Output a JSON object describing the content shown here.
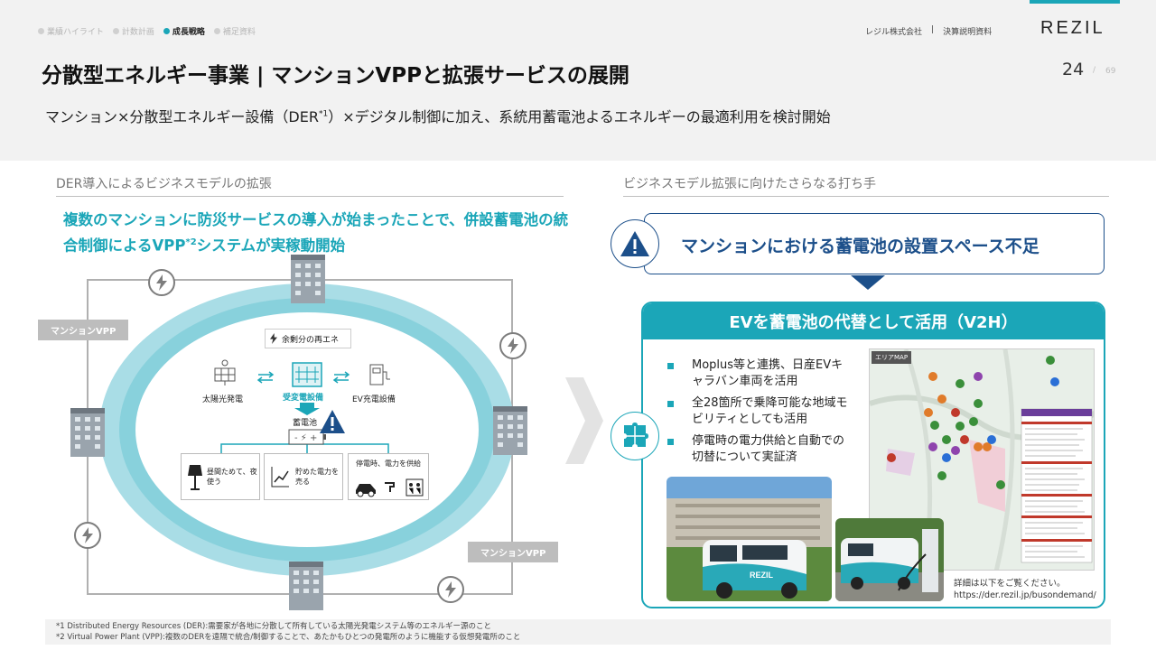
{
  "nav": {
    "items": [
      {
        "label": "業績ハイライト",
        "active": false
      },
      {
        "label": "計数計画",
        "active": false
      },
      {
        "label": "成長戦略",
        "active": true
      },
      {
        "label": "補足資料",
        "active": false
      }
    ]
  },
  "header": {
    "company": "レジル株式会社",
    "separator": "|",
    "doc_type": "決算説明資料",
    "logo": "REZIL",
    "title": "分散型エネルギー事業 | マンションVPPと拡張サービスの展開",
    "page_number": "24",
    "page_sep": "/",
    "page_total": "69",
    "subtitle_pre": "マンション×分散型エネルギー設備（DER",
    "subtitle_sup": "*1",
    "subtitle_post": "）×デジタル制御に加え、系統用蓄電池よるエネルギーの最適利用を検討開始"
  },
  "left": {
    "section_title": "DER導入によるビジネスモデルの拡張",
    "lead_pre": "複数のマンションに防災サービスの導入が始まったことで、併設蓄電池の統合制御によるVPP",
    "lead_sup": "*2",
    "lead_post": "システムが実稼動開始",
    "diagram": {
      "vpp_label_1": "マンションVPP",
      "vpp_label_2": "マンションVPP",
      "surplus": "余剰分の再エネ",
      "solar": "太陽光発電",
      "substation": "受変電設備",
      "ev_charger": "EV充電設備",
      "battery": "蓄電池",
      "use1": "昼間ためて、夜使う",
      "use2": "貯めた電力を売る",
      "use3": "停電時、電力を供給"
    }
  },
  "right": {
    "section_title": "ビジネスモデル拡張に向けたさらなる打ち手",
    "problem": "マンションにおける蓄電池の設置スペース不足",
    "solution": "EVを蓄電池の代替として活用（V2H）",
    "bullets": [
      "Moplus等と連携、日産EVキャラバン車両を活用",
      "全28箇所で乗降可能な地域モビリティとしても活用",
      "停電時の電力供給と自動での切替について実証済"
    ],
    "map_tag": "エリアMAP",
    "van_brand": "REZIL",
    "note_line1": "詳細は以下をご覧ください。",
    "note_line2": "https://der.rezil.jp/busondemand/"
  },
  "footnotes": {
    "fn1": "*1 Distributed Energy Resources (DER):需要家が各地に分散して所有している太陽光発電システム等のエネルギー源のこと",
    "fn2": "*2 Virtual Power Plant (VPP):複数のDERを遠隔で統合/制御することで、あたかもひとつの発電所のように機能する仮想発電所のこと"
  },
  "colors": {
    "accent": "#1ba6b8",
    "navy": "#1c4f8a",
    "ring": "#8fd3de"
  }
}
